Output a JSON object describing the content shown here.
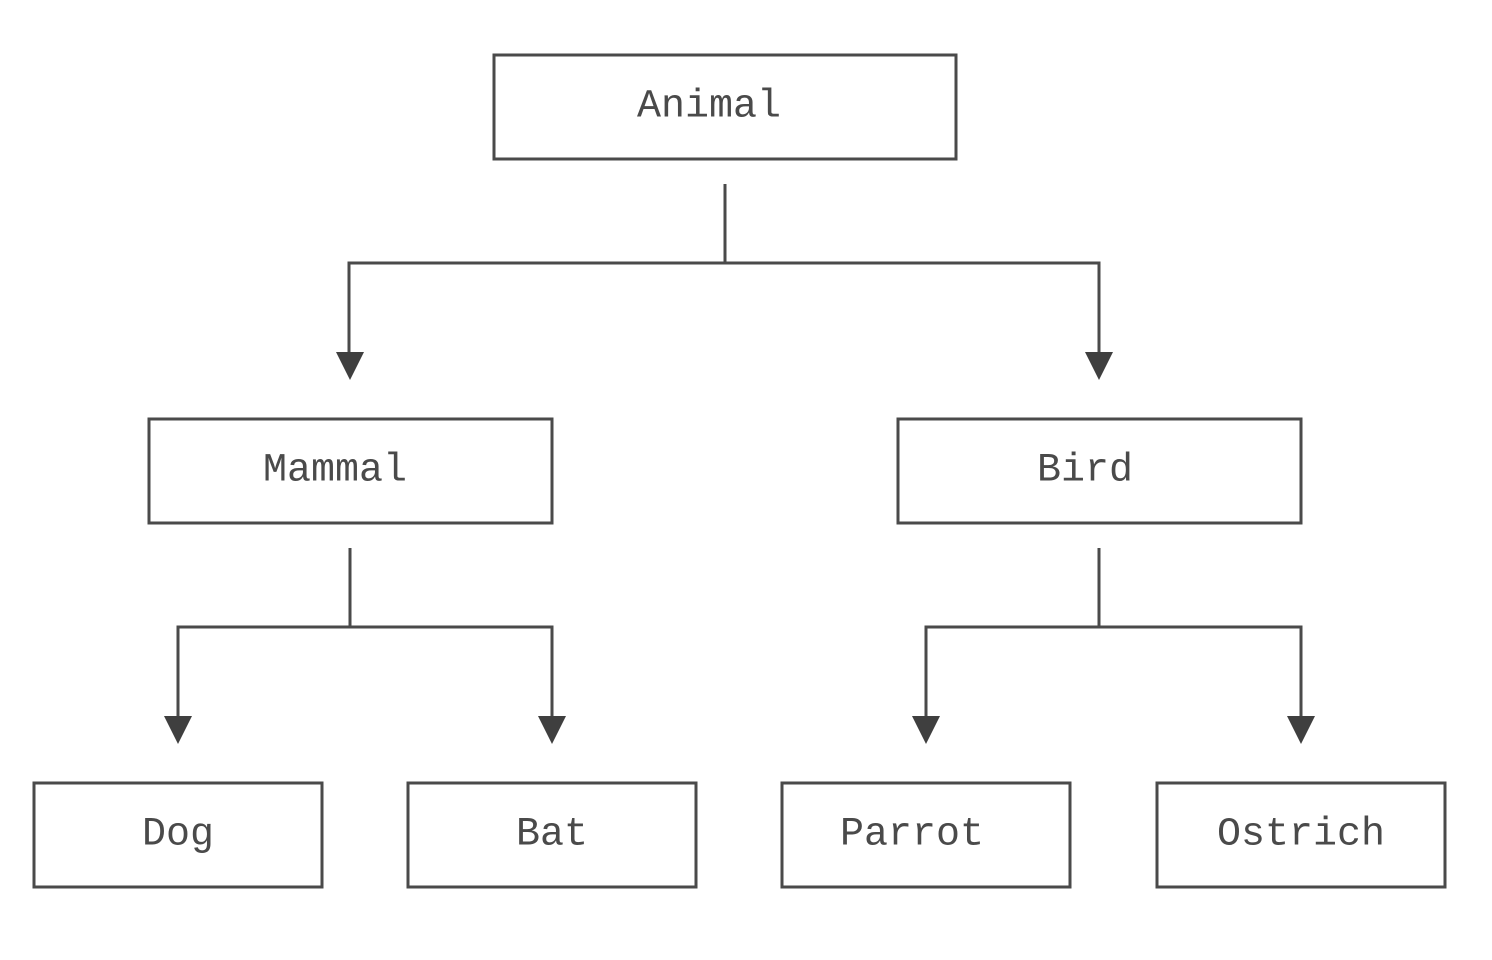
{
  "diagram": {
    "nodes": [
      {
        "id": "animal",
        "label": "Animal"
      },
      {
        "id": "mammal",
        "label": "Mammal"
      },
      {
        "id": "bird",
        "label": "Bird"
      },
      {
        "id": "dog",
        "label": "Dog"
      },
      {
        "id": "bat",
        "label": "Bat"
      },
      {
        "id": "parrot",
        "label": "Parrot"
      },
      {
        "id": "ostrich",
        "label": "Ostrich"
      }
    ],
    "edges": [
      {
        "from": "animal",
        "to": "mammal"
      },
      {
        "from": "animal",
        "to": "bird"
      },
      {
        "from": "mammal",
        "to": "dog"
      },
      {
        "from": "mammal",
        "to": "bat"
      },
      {
        "from": "bird",
        "to": "parrot"
      },
      {
        "from": "bird",
        "to": "ostrich"
      }
    ],
    "colors": {
      "stroke": "#4a4a4a",
      "arrow": "#3f3f3f",
      "background": "#ffffff"
    }
  }
}
